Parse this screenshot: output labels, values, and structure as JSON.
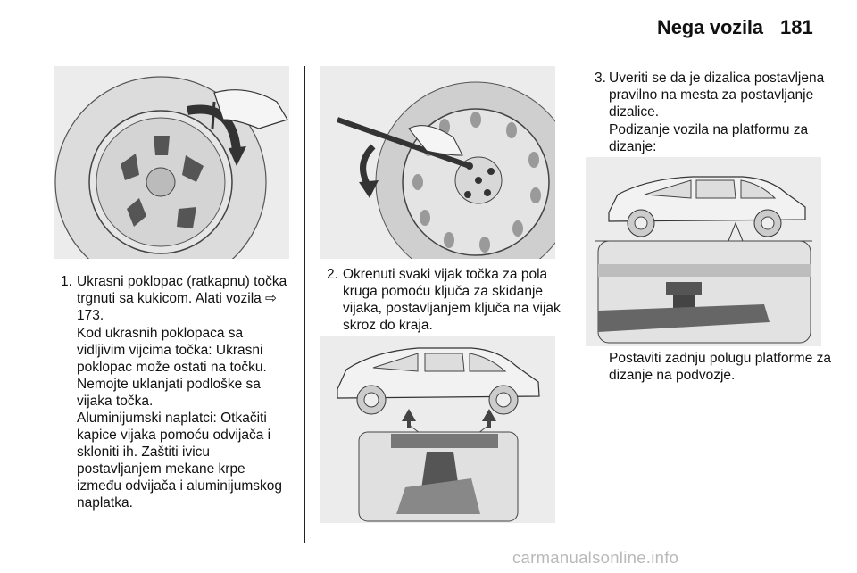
{
  "header": {
    "title": "Nega vozila",
    "page_number": "181"
  },
  "steps": [
    {
      "number": "1.",
      "text": "Ukrasni poklopac (ratkapnu) točka trgnuti sa kukicom. Alati vozila ⇨ 173.",
      "paragraphs": [
        "Kod ukrasnih poklopaca sa vidljivim vijcima točka: Ukrasni poklopac može ostati na točku. Nemojte uklanjati podloške sa vijaka točka.",
        "Aluminijumski naplatci: Otkačiti kapice vijaka pomoću odvijača i skloniti ih. Zaštiti ivicu postavljanjem mekane krpe između odvijača i aluminijumskog naplatka."
      ]
    },
    {
      "number": "2.",
      "text": "Okrenuti svaki vijak točka za pola kruga pomoću ključa za skidanje vijaka, postavljanjem ključa na vijak skroz do kraja."
    },
    {
      "number": "3.",
      "text": "Uveriti se da je dizalica postavljena pravilno na mesta za postavljanje dizalice.",
      "paragraphs": [
        "Podizanje vozila na platformu za dizanje:",
        "Postaviti zadnju polugu platforme za dizanje na podvozje."
      ]
    }
  ],
  "footer": {
    "watermark": "carmanualsonline.info"
  },
  "colors": {
    "figure_bg": "#ececec",
    "line": "#222222",
    "watermark": "#b9b9b9"
  }
}
